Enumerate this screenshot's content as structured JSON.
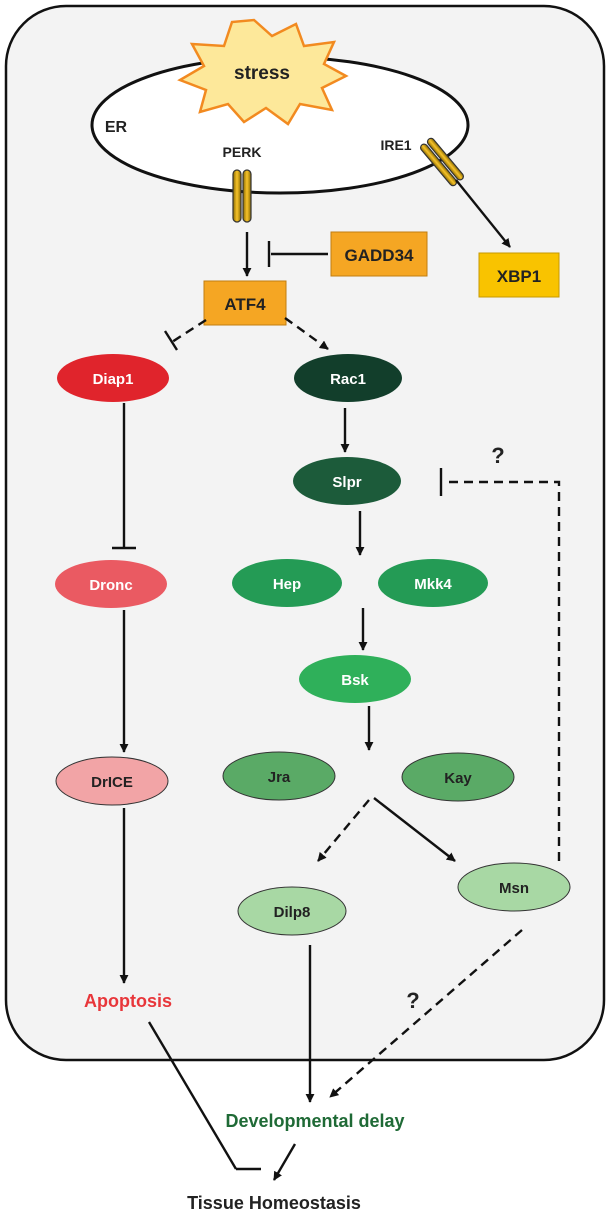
{
  "diagram": {
    "stress": "stress",
    "er": "ER",
    "perk": "PERK",
    "ire1": "IRE1",
    "gadd34": "GADD34",
    "atf4": "ATF4",
    "xbp1": "XBP1",
    "diap1": "Diap1",
    "rac1": "Rac1",
    "dronc": "Dronc",
    "slpr": "Slpr",
    "hep": "Hep",
    "mkk4": "Mkk4",
    "bsk": "Bsk",
    "drice": "DrICE",
    "jra": "Jra",
    "kay": "Kay",
    "dilp8": "Dilp8",
    "msn": "Msn",
    "apoptosis": "Apoptosis",
    "developmental_delay": "Developmental delay",
    "tissue_homeostasis": "Tissue Homeostasis",
    "question_mark_1": "?",
    "question_mark_2": "?"
  },
  "colors": {
    "cell_fill": "#f3f3f3",
    "orange_box": "#f5a623",
    "yellow_box": "#f9c300",
    "red_dark": "#e0242c",
    "red_mid": "#ea5a62",
    "red_light": "#f2a4a6",
    "green_darkest": "#123e2b",
    "green_dark": "#1c5b3a",
    "green_mid": "#249b55",
    "green_bright": "#2fb05a",
    "green_soft": "#5aaa66",
    "green_pale": "#a8d8a4",
    "apoptosis_text": "#e8363a",
    "delay_text": "#1f6a36"
  }
}
